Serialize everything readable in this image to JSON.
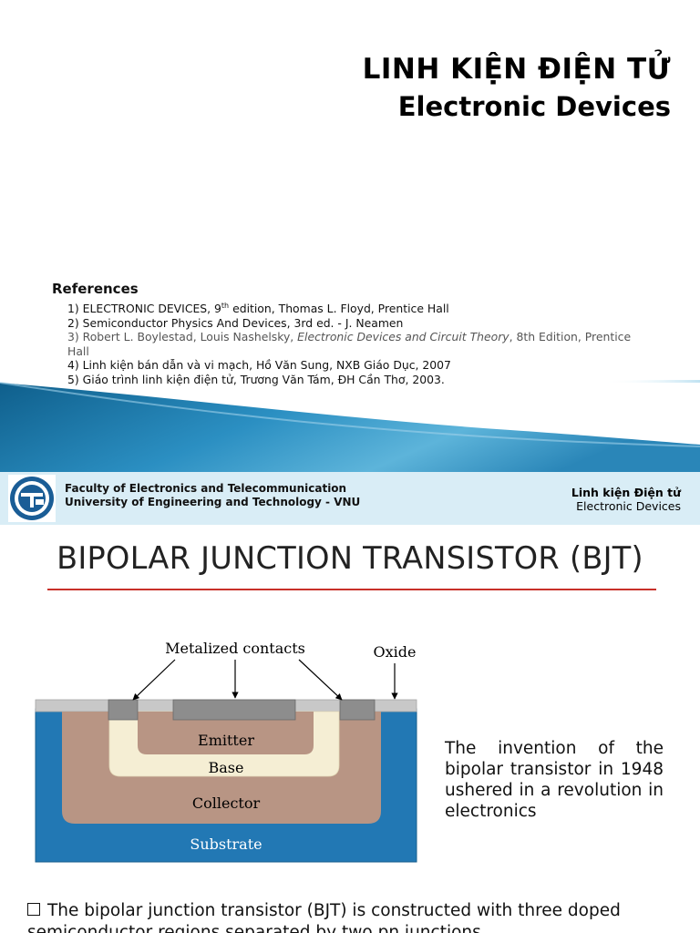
{
  "slide1": {
    "title_vi": "LINH KIỆN ĐIỆN TỬ",
    "title_en": "Electronic Devices",
    "references_heading": "References",
    "references": [
      {
        "pre": "1) ELECTRONIC DEVICES, 9",
        "sup": "th",
        "post": " edition, Thomas L. Floyd, Prentice Hall"
      },
      {
        "text": "2) Semiconductor Physics And Devices, 3rd ed. - J. Neamen"
      },
      {
        "pre": "3) Robert L. Boylestad, Louis Nashelsky, ",
        "italic": "Electronic Devices and Circuit   Theory",
        "post": ", 8th Edition, Prentice Hall"
      },
      {
        "text": "4) Linh kiện bán dẫn và vi mạch, Hồ Văn Sung, NXB Giáo Dục, 2007"
      },
      {
        "text": "5) Giáo trình linh kiện điện tử, Trương Văn Tám, ĐH Cần Thơ, 2003."
      }
    ],
    "footer": {
      "faculty_line1": "Faculty of Electronics and Telecommunication",
      "faculty_line2": "University of Engineering and Technology - VNU",
      "right_vi": "Linh kiện Điện tử",
      "right_en": "Electronic Devices"
    }
  },
  "slide2": {
    "title": "BIPOLAR JUNCTION TRANSISTOR (BJT)",
    "diagram": {
      "label_contacts": "Metalized contacts",
      "label_oxide": "Oxide",
      "label_emitter": "Emitter",
      "label_base": "Base",
      "label_collector": "Collector",
      "label_substrate": "Substrate"
    },
    "invention_text": "The invention of the bipolar transistor in 1948 ushered in a revolution in electronics",
    "bullet_text": "The bipolar junction transistor (BJT) is constructed with three doped semiconductor regions separated by two pn junctions"
  },
  "colors": {
    "wave_blue": "#1a78a8",
    "footer_bg": "#d9edf6",
    "title_rule": "#c8302a",
    "substrate": "#2278b4",
    "collector": "#b89584",
    "base": "#f5eed4",
    "oxide": "#c8c8c8",
    "contact": "#8d8d8d"
  }
}
